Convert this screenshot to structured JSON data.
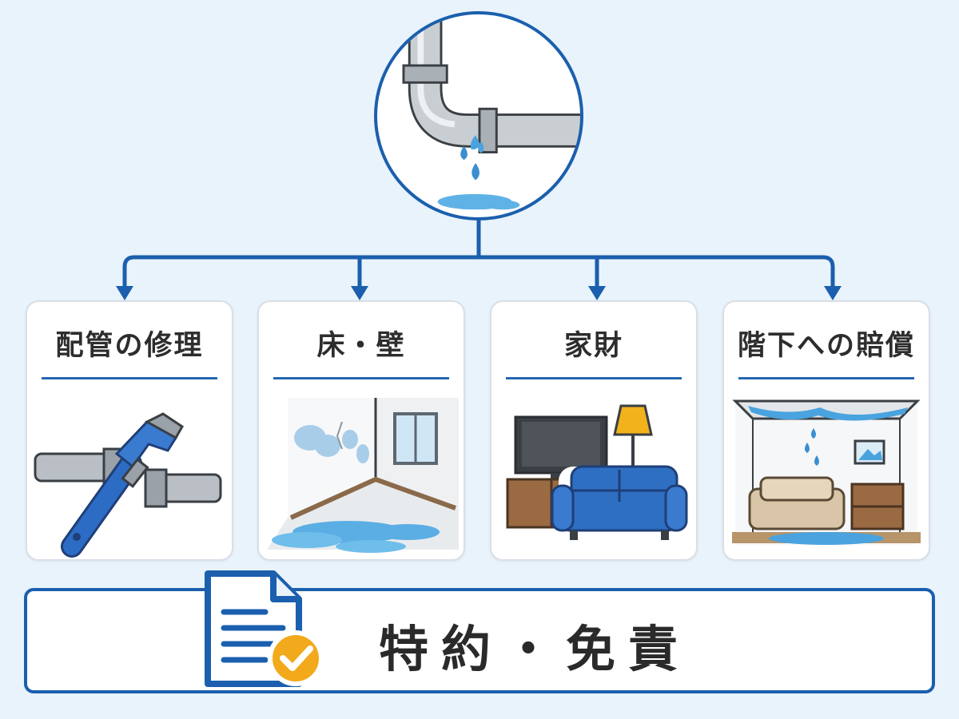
{
  "categories": [
    {
      "label": "配管の修理",
      "icon": "wrench-on-pipe-icon"
    },
    {
      "label": "床・壁",
      "icon": "water-damaged-room-icon"
    },
    {
      "label": "家財",
      "icon": "furniture-icon"
    },
    {
      "label": "階下への賠償",
      "icon": "ceiling-leak-room-icon"
    }
  ],
  "hub": {
    "icon": "leaking-pipe-icon"
  },
  "banner": {
    "title": "特約・免責",
    "icon": "document-check-icon"
  },
  "colors": {
    "accent": "#1b5fae",
    "water": "#4aa3df",
    "background": "#e9f3fb",
    "check": "#f2a91b"
  }
}
